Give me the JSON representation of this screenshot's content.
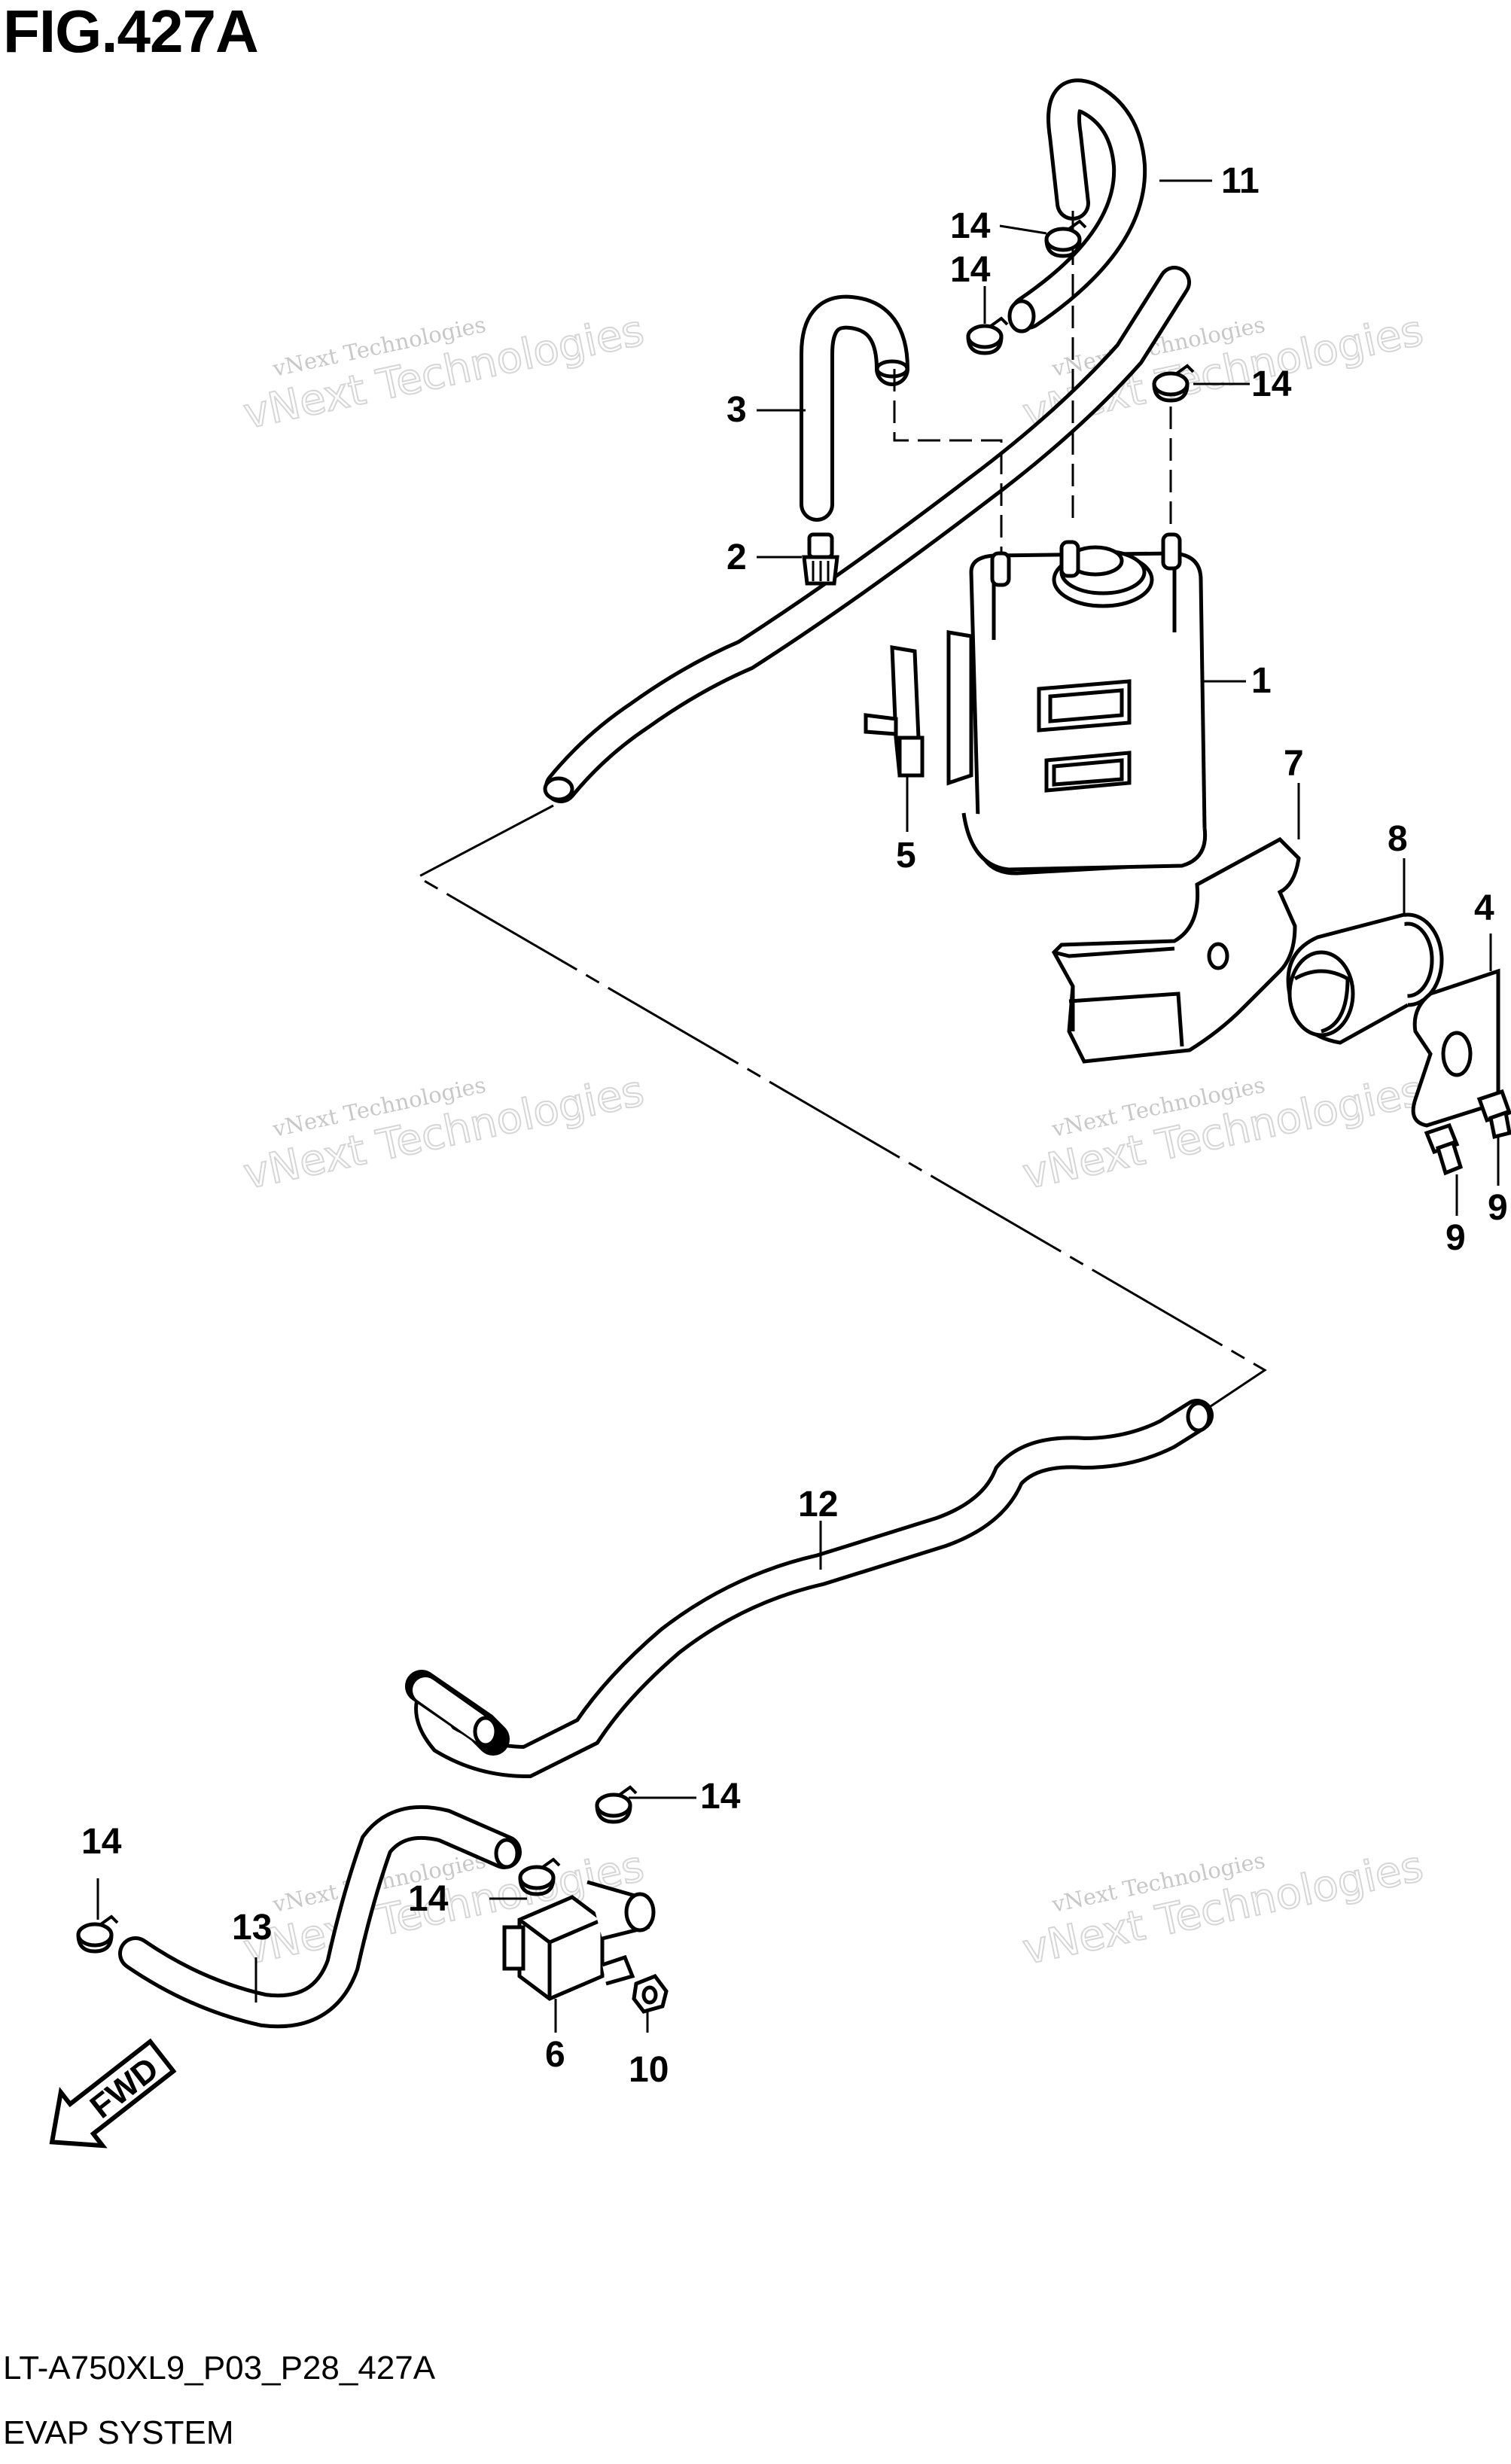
{
  "figure": {
    "title": "FIG.427A"
  },
  "watermark": {
    "line1": "vNext Technologies",
    "line2": "vNext Technologies"
  },
  "callouts": {
    "c1": "1",
    "c2": "2",
    "c3": "3",
    "c4": "4",
    "c5": "5",
    "c6": "6",
    "c7": "7",
    "c8": "8",
    "c9a": "9",
    "c9b": "9",
    "c10": "10",
    "c11": "11",
    "c12": "12",
    "c13": "13",
    "c14a": "14",
    "c14b": "14",
    "c14c": "14",
    "c14d": "14",
    "c14e": "14",
    "c14f": "14"
  },
  "fwd_arrow": {
    "label": "FWD"
  },
  "footer": {
    "code": "LT-A750XL9_P03_P28_427A",
    "subtitle": "EVAP SYSTEM"
  }
}
